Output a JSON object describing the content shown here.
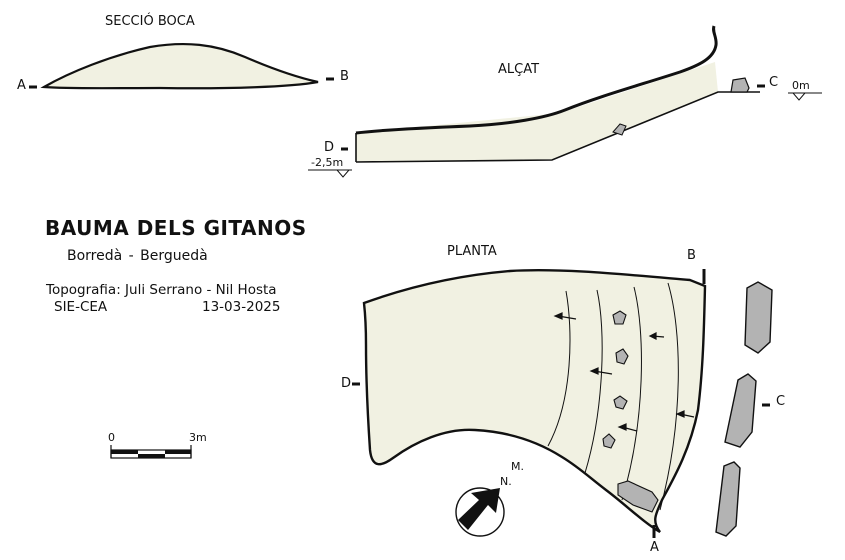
{
  "section": {
    "title": "SECCIÓ BOCA",
    "point_a": "A",
    "point_b": "B"
  },
  "elevation": {
    "title": "ALÇAT",
    "point_c": "C",
    "point_d": "D",
    "level_c": "0m",
    "level_d": "-2,5m"
  },
  "plan": {
    "title": "PLANTA",
    "point_a": "A",
    "point_b": "B",
    "point_c": "C",
    "point_d": "D"
  },
  "header": {
    "cave_name": "BAUMA DELS GITANOS",
    "location": "Borredà - Berguedà",
    "survey_label": "Topografia: Juli Serrano - Nil Hosta",
    "group": "SIE-CEA",
    "date": "13-03-2025"
  },
  "scale_bar": {
    "start": "0",
    "end": "3m"
  },
  "north": {
    "magnetic": "M.",
    "north": "N."
  },
  "colors": {
    "fill": "#f1f1e2",
    "rock": "#b3b3b3",
    "ink": "#111111"
  }
}
